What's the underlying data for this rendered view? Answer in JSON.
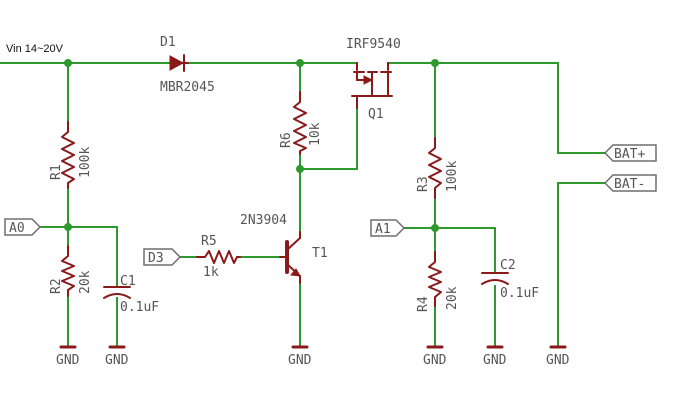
{
  "diagram": {
    "input_label": "Vin 14~20V",
    "diode": {
      "ref": "D1",
      "value": "MBR2045"
    },
    "mosfet": {
      "ref": "Q1",
      "value": "IRF9540"
    },
    "transistor": {
      "ref": "T1",
      "value": "2N3904"
    },
    "resistors": [
      {
        "ref": "R1",
        "value": "100k"
      },
      {
        "ref": "R2",
        "value": "20k"
      },
      {
        "ref": "R3",
        "value": "100k"
      },
      {
        "ref": "R4",
        "value": "20k"
      },
      {
        "ref": "R5",
        "value": "1k"
      },
      {
        "ref": "R6",
        "value": "10k"
      }
    ],
    "capacitors": [
      {
        "ref": "C1",
        "value": "0.1uF"
      },
      {
        "ref": "C2",
        "value": "0.1uF"
      }
    ],
    "ports": {
      "a0": "A0",
      "a1": "A1",
      "d3": "D3",
      "bat_plus": "BAT+",
      "bat_minus": "BAT-"
    },
    "ground_label": "GND"
  }
}
